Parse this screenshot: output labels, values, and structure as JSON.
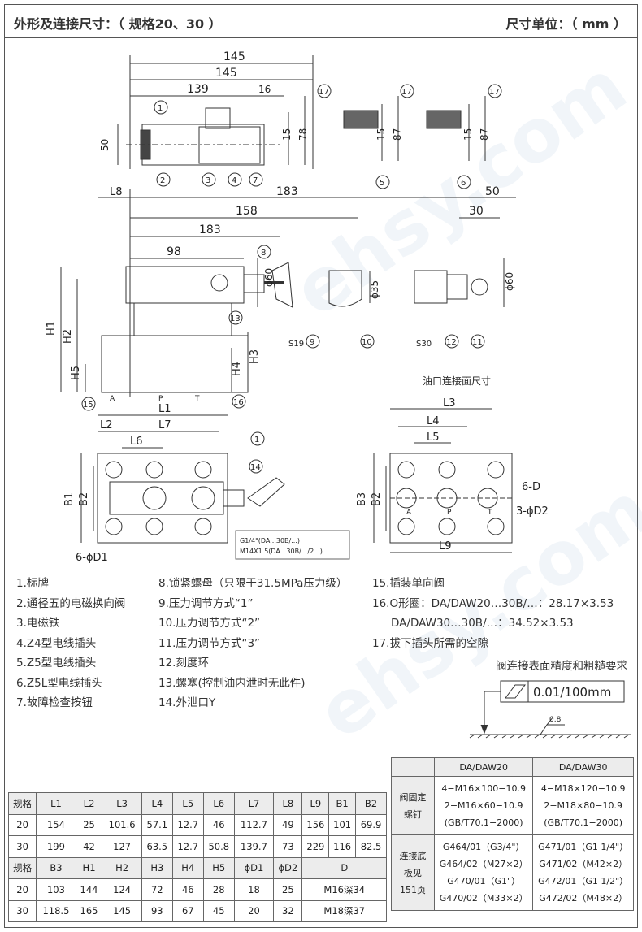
{
  "header": {
    "left_title": "外形及连接尺寸：（ 规格20、30 ）",
    "right_title": "尺寸单位：（ mm ）"
  },
  "drawing": {
    "dims_top": [
      "145",
      "145",
      "139",
      "16",
      "15",
      "78",
      "50",
      "15",
      "87",
      "15",
      "87"
    ],
    "dims_mid": [
      "L8",
      "183",
      "50",
      "158",
      "30",
      "183",
      "98",
      "ϕ60",
      "ϕ35",
      "ϕ60",
      "H1",
      "H2",
      "H3",
      "H4",
      "H5",
      "S19",
      "S30"
    ],
    "dims_bottom": [
      "L1",
      "L2",
      "L7",
      "L6",
      "B1",
      "B2",
      "6-ϕD1",
      "L3",
      "L4",
      "L5",
      "6-D",
      "3-ϕD2",
      "B3",
      "B2",
      "L9"
    ],
    "port_labels": [
      "A",
      "P",
      "T"
    ],
    "callouts": [
      "1",
      "2",
      "3",
      "4",
      "5",
      "6",
      "7",
      "8",
      "9",
      "10",
      "11",
      "12",
      "13",
      "14",
      "15",
      "16",
      "17"
    ],
    "oil_port_title": "油口连接面尺寸",
    "note_line1": "G1/4\"(DA...30B/...)",
    "note_line2": "M14X1.5(DA...30B/.../2...)"
  },
  "legend": {
    "col1": [
      "1.标牌",
      "2.通径五的电磁换向阀",
      "3.电磁铁",
      "4.Z4型电线插头",
      "5.Z5型电线插头",
      "6.Z5L型电线插头",
      "7.故障检查按钮"
    ],
    "col2": [
      "8.锁紧螺母（只限于31.5MPa压力级）",
      "9.压力调节方式“1”",
      "10.压力调节方式“2”",
      "11.压力调节方式“3”",
      "12.刻度环",
      "13.螺塞(控制油内泄时无此件)",
      "14.外泄口Y"
    ],
    "col3": [
      "15.插装单向阀",
      "16.O形圈：DA/DAW20…30B/…：28.17×3.53",
      "DA/DAW30…30B/…：34.52×3.53",
      "17.拔下插头所需的空隙"
    ]
  },
  "surface": {
    "title": "阀连接表面精度和粗糙要求",
    "flatness": "0.01/100mm",
    "roughness": "0.8"
  },
  "dim_table": {
    "rows_a_header": [
      "规格",
      "L1",
      "L2",
      "L3",
      "L4",
      "L5",
      "L6",
      "L7",
      "L8",
      "L9",
      "B1",
      "B2"
    ],
    "rows_a": [
      [
        "20",
        "154",
        "25",
        "101.6",
        "57.1",
        "12.7",
        "46",
        "112.7",
        "49",
        "156",
        "101",
        "69.9"
      ],
      [
        "30",
        "199",
        "42",
        "127",
        "63.5",
        "12.7",
        "50.8",
        "139.7",
        "73",
        "229",
        "116",
        "82.5"
      ]
    ],
    "rows_b_header": [
      "规格",
      "B3",
      "H1",
      "H2",
      "H3",
      "H4",
      "H5",
      "ϕD1",
      "ϕD2",
      "D"
    ],
    "rows_b": [
      [
        "20",
        "103",
        "144",
        "124",
        "72",
        "46",
        "28",
        "18",
        "25",
        "M16深34"
      ],
      [
        "30",
        "118.5",
        "165",
        "145",
        "93",
        "67",
        "45",
        "20",
        "32",
        "M18深37"
      ]
    ]
  },
  "bolt_table": {
    "col_headers": [
      "DA/DAW20",
      "DA/DAW30"
    ],
    "row1_label": "阀固定螺钉",
    "row1_da20": [
      "4−M16×100−10.9",
      "2−M16×60−10.9",
      "(GB/T70.1−2000)"
    ],
    "row1_da30": [
      "4−M18×120−10.9",
      "2−M18×80−10.9",
      "(GB/T70.1−2000)"
    ],
    "row2_label": "连接底板见151页",
    "row2_da20": [
      "G464/01（G3/4\"）",
      "G464/02（M27×2）",
      "G470/01（G1\"）",
      "G470/02（M33×2）"
    ],
    "row2_da30": [
      "G471/01（G1 1/4\"）",
      "G471/02（M42×2）",
      "G472/01（G1 1/2\"）",
      "G472/02（M48×2）"
    ]
  }
}
